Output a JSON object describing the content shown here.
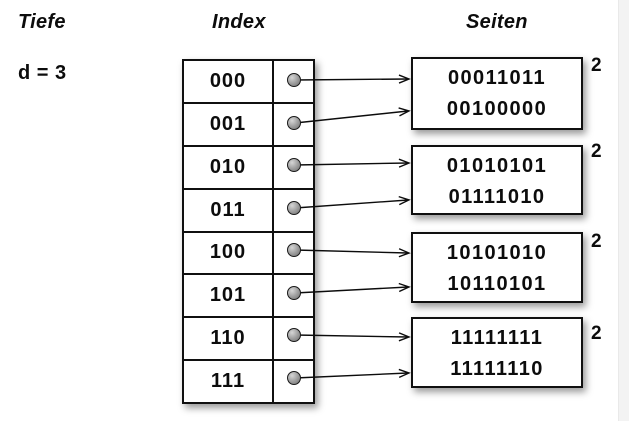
{
  "labels": {
    "depth_title": "Tiefe",
    "depth_value": "d = 3",
    "index_title": "Index",
    "pages_title": "Seiten"
  },
  "index_table": {
    "rows": [
      "000",
      "001",
      "010",
      "011",
      "100",
      "101",
      "110",
      "111"
    ]
  },
  "pages": [
    {
      "entries": [
        "00011011",
        "00100000"
      ],
      "local_depth": "2"
    },
    {
      "entries": [
        "01010101",
        "01111010"
      ],
      "local_depth": "2"
    },
    {
      "entries": [
        "10101010",
        "10110101"
      ],
      "local_depth": "2"
    },
    {
      "entries": [
        "11111111",
        "11111110"
      ],
      "local_depth": "2"
    }
  ],
  "connections": [
    {
      "index": "000",
      "page": 0
    },
    {
      "index": "001",
      "page": 0
    },
    {
      "index": "010",
      "page": 1
    },
    {
      "index": "011",
      "page": 1
    },
    {
      "index": "100",
      "page": 2
    },
    {
      "index": "101",
      "page": 2
    },
    {
      "index": "110",
      "page": 3
    },
    {
      "index": "111",
      "page": 3
    }
  ]
}
